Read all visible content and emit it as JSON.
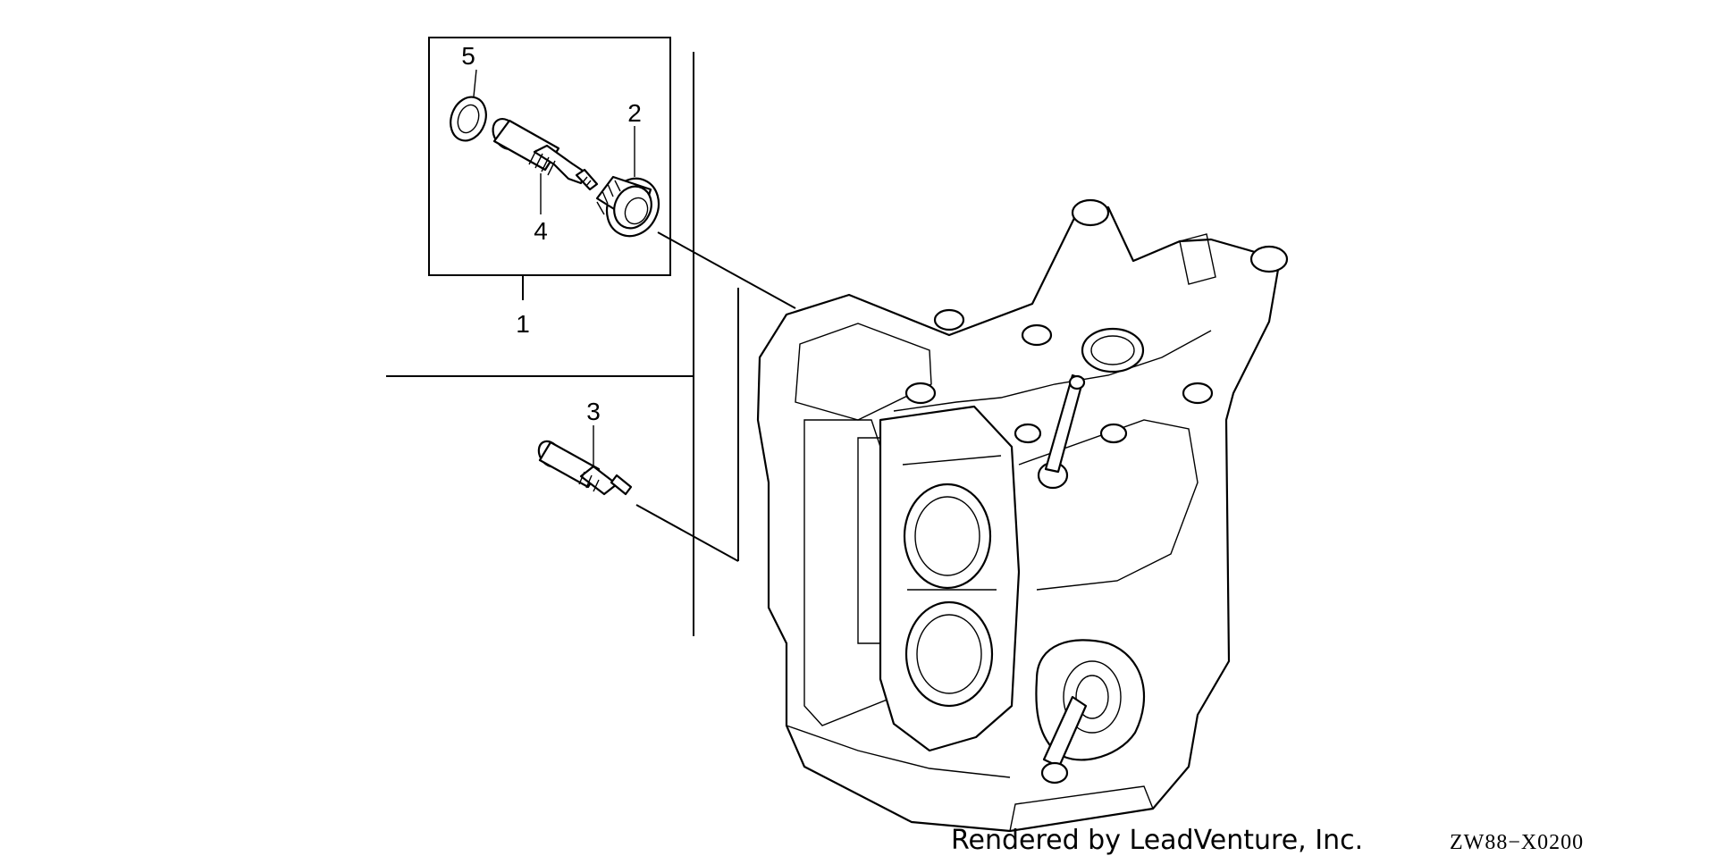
{
  "callouts": {
    "c1": "1",
    "c2": "2",
    "c3": "3",
    "c4": "4",
    "c5": "5"
  },
  "footer": {
    "credit": "Rendered by LeadVenture, Inc.",
    "diagram_code": "ZW88−X0200"
  }
}
